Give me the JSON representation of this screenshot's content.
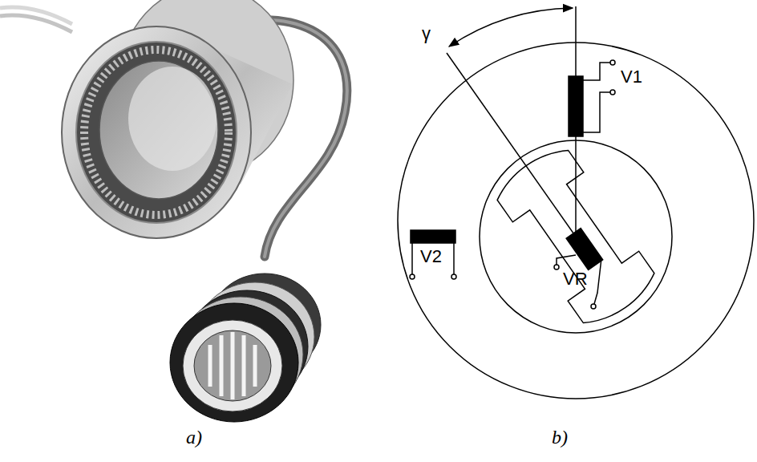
{
  "diagram": {
    "labels": [
      "γ",
      "V1",
      "V2",
      "VR",
      "a)",
      "b)"
    ]
  }
}
